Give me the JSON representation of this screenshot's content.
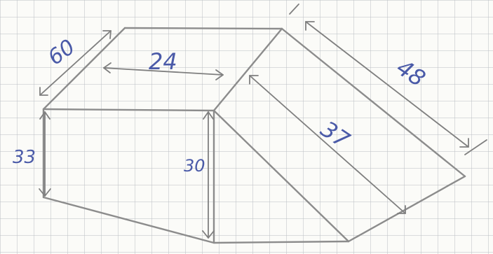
{
  "colors": {
    "paper": "#fbfbf8",
    "grid": "#b9bec2",
    "pencil": "#8c8c8c",
    "ink": "#4a5aa8"
  },
  "labels": {
    "dim_60": "60",
    "dim_24": "24",
    "dim_48": "48",
    "dim_37": "37",
    "dim_33": "33",
    "dim_30": "30"
  }
}
